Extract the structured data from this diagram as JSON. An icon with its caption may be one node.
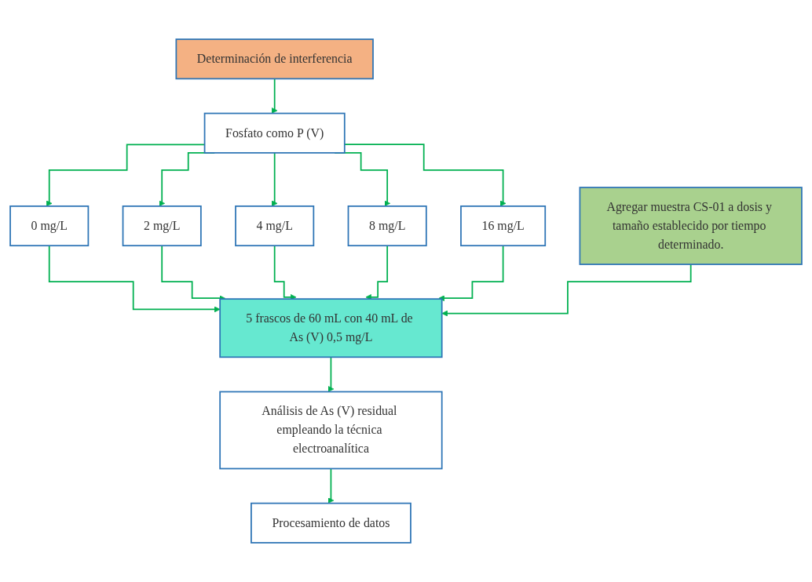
{
  "diagram": {
    "nodes": [
      {
        "text": [
          "Determinación de interferencia"
        ]
      },
      {
        "text": [
          "Fosfato como P (V)"
        ]
      },
      {
        "text": [
          "0 mg/L"
        ]
      },
      {
        "text": [
          "2 mg/L"
        ]
      },
      {
        "text": [
          "4 mg/L"
        ]
      },
      {
        "text": [
          "8 mg/L"
        ]
      },
      {
        "text": [
          "16 mg/L"
        ]
      },
      {
        "text": [
          "5 frascos de 60 mL con 40 mL de As (V) 0,5 mg/L"
        ]
      },
      {
        "text": [
          "Agregar muestra CS-01 a dosis y tamaño establecido por tiempo determinado."
        ]
      },
      {
        "text": [
          "Análisis de As (V) residual empleando la técnica electroanalítica"
        ]
      },
      {
        "text": [
          "Procesamiento de datos"
        ]
      }
    ],
    "edges": [
      {
        "from": 0,
        "to": 1,
        "arrow": "to"
      },
      {
        "from": 1,
        "to": 2,
        "arrow": "to"
      },
      {
        "from": 1,
        "to": 3,
        "arrow": "to"
      },
      {
        "from": 1,
        "to": 4,
        "arrow": "to"
      },
      {
        "from": 1,
        "to": 5,
        "arrow": "to"
      },
      {
        "from": 1,
        "to": 6,
        "arrow": "to"
      },
      {
        "from": 2,
        "to": 7,
        "arrow": "to"
      },
      {
        "from": 3,
        "to": 7,
        "arrow": "to"
      },
      {
        "from": 4,
        "to": 7,
        "arrow": "to"
      },
      {
        "from": 5,
        "to": 7,
        "arrow": "to"
      },
      {
        "from": 6,
        "to": 7,
        "arrow": "to"
      },
      {
        "from": 8,
        "to": 7,
        "arrow": "to"
      },
      {
        "from": 7,
        "to": 9,
        "arrow": "to"
      },
      {
        "from": 9,
        "to": 10,
        "arrow": "to"
      }
    ]
  }
}
